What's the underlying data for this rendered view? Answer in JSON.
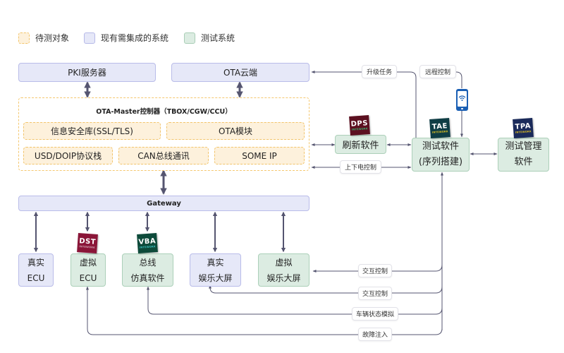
{
  "legend": {
    "items": [
      {
        "label": "待测对象",
        "kind": "target"
      },
      {
        "label": "现有需集成的系统",
        "kind": "existing"
      },
      {
        "label": "测试系统",
        "kind": "test"
      }
    ]
  },
  "nodes": {
    "pki_server": "PKI服务器",
    "ota_cloud": "OTA云端",
    "ota_master": {
      "title": "OTA-Master控制器（TBOX/CGW/CCU）",
      "modules": {
        "security_lib": "信息安全库(SSL/TLS)",
        "ota_module": "OTA模块",
        "usd_doip": "USD/DOIP协议栈",
        "can_comm": "CAN总线通讯",
        "some_ip": "SOME IP"
      }
    },
    "flash_software": "刷新软件",
    "test_software": {
      "line1": "测试软件",
      "line2": "(序列搭建)"
    },
    "test_mgmt_software": {
      "line1": "测试管理",
      "line2": "软件"
    },
    "gateway": "Gateway",
    "real_ecu": {
      "line1": "真实",
      "line2": "ECU"
    },
    "virtual_ecu": {
      "line1": "虚拟",
      "line2": "ECU"
    },
    "bus_sim": {
      "line1": "总线",
      "line2": "仿真软件"
    },
    "real_screen": {
      "line1": "真实",
      "line2": "娱乐大屏"
    },
    "virtual_screen": {
      "line1": "虚拟",
      "line2": "娱乐大屏"
    }
  },
  "edge_labels": {
    "upgrade_task": "升级任务",
    "remote_control": "远程控制",
    "power_control": "上下电控制",
    "interaction_1": "交互控制",
    "interaction_2": "交互控制",
    "vehicle_state_sim": "车辆状态模拟",
    "fault_injection": "故障注入"
  },
  "logos": {
    "dps": {
      "title": "DPS",
      "subtitle": "INTEWORK",
      "color": "#5c1020"
    },
    "tae": {
      "title": "TAE",
      "subtitle": "INTEWORK",
      "color": "#0f3d45"
    },
    "tpa": {
      "title": "TPA",
      "subtitle": "INTEWORK",
      "color": "#1a2a5a"
    },
    "dst": {
      "title": "DST",
      "subtitle": "INTEWORK",
      "color": "#8a1538"
    },
    "vba": {
      "title": "VBA",
      "subtitle": "INTEWORK",
      "color": "#0d4a3a"
    }
  },
  "icons": {
    "mobile_wifi": "mobile-phone-wifi-icon"
  },
  "colors": {
    "target_fill": "#fdf1dc",
    "target_border": "#f2c46b",
    "existing_fill": "#e6e8f8",
    "existing_border": "#b9bce9",
    "test_fill": "#dcece2",
    "test_border": "#acd0b9",
    "connector": "#555570",
    "phone_blue": "#1a5fb4"
  }
}
